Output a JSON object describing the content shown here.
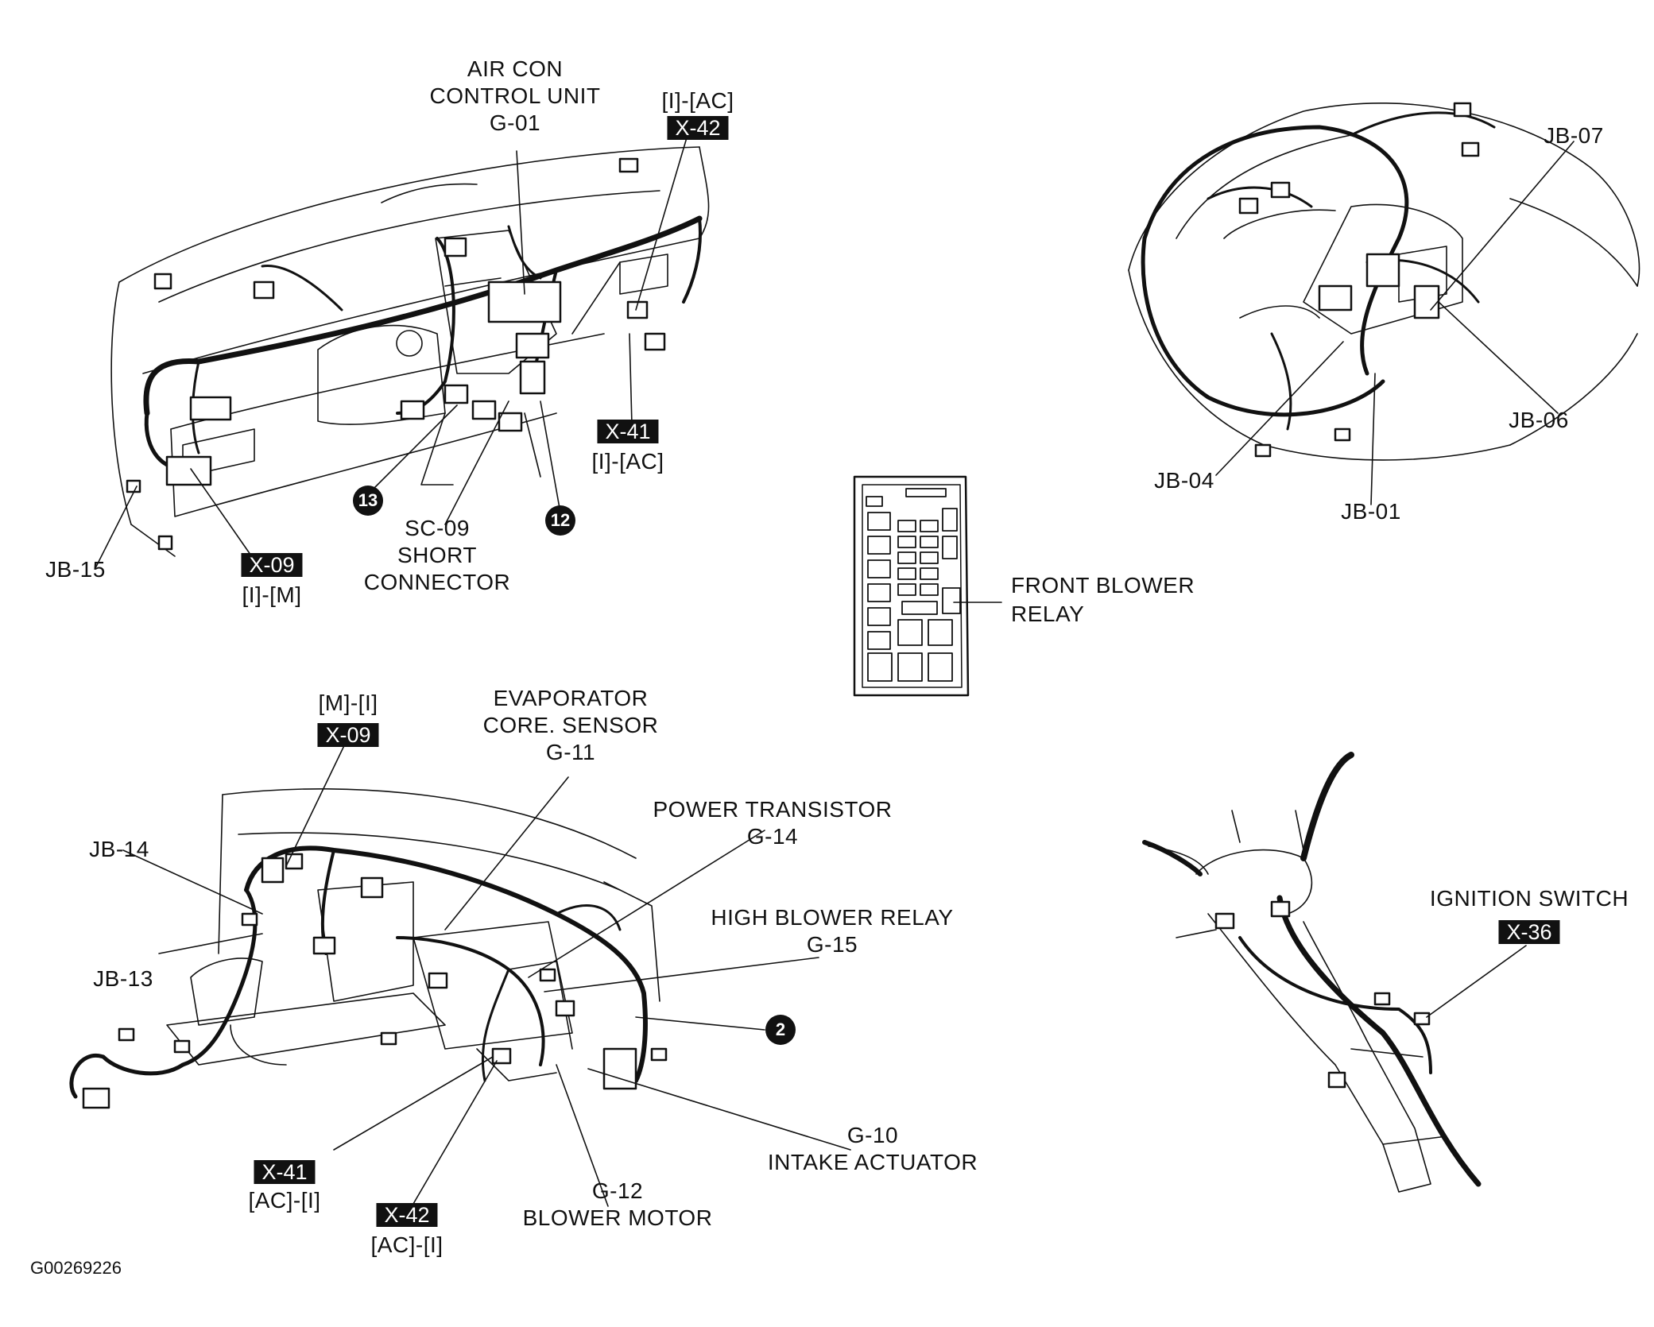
{
  "figure_id": "G00269226",
  "colors": {
    "ink": "#111111",
    "paper": "#ffffff",
    "badge_bg": "#111111",
    "badge_text": "#ffffff"
  },
  "dash_panel": {
    "air_con_unit": {
      "line1": "AIR CON",
      "line2": "CONTROL UNIT",
      "code": "G-01"
    },
    "x42_top": {
      "tag": "[I]-[AC]",
      "badge": "X-42"
    },
    "x41_top": {
      "badge": "X-41",
      "tag": "[I]-[AC]"
    },
    "jb15": "JB-15",
    "x09_left": {
      "badge": "X-09",
      "tag": "[I]-[M]"
    },
    "sc09": {
      "code": "SC-09",
      "line1": "SHORT",
      "line2": "CONNECTOR"
    },
    "callout_13": "13",
    "callout_12": "12"
  },
  "engine_bay": {
    "jb07": "JB-07",
    "jb06": "JB-06",
    "jb04": "JB-04",
    "jb01": "JB-01"
  },
  "fuse_box": {
    "line1": "FRONT BLOWER",
    "line2": "RELAY"
  },
  "lower_dash": {
    "x09": {
      "tag": "[M]-[I]",
      "badge": "X-09"
    },
    "evap": {
      "line1": "EVAPORATOR",
      "line2": "CORE. SENSOR",
      "code": "G-11"
    },
    "power_transistor": {
      "line1": "POWER TRANSISTOR",
      "code": "G-14"
    },
    "high_blower": {
      "line1": "HIGH BLOWER RELAY",
      "code": "G-15"
    },
    "callout_2": "2",
    "jb14": "JB-14",
    "jb13": "JB-13",
    "intake": {
      "code": "G-10",
      "line1": "INTAKE ACTUATOR"
    },
    "blower_motor": {
      "code": "G-12",
      "line1": "BLOWER MOTOR"
    },
    "x41": {
      "badge": "X-41",
      "tag": "[AC]-[I]"
    },
    "x42": {
      "badge": "X-42",
      "tag": "[AC]-[I]"
    }
  },
  "steering_column": {
    "ignition_label": "IGNITION SWITCH",
    "badge": "X-36"
  }
}
